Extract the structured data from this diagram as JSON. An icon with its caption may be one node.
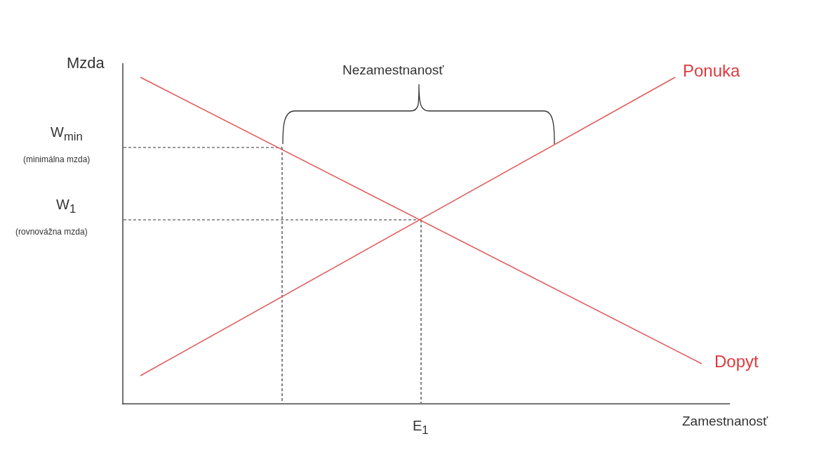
{
  "diagram": {
    "labels": [
      "Mzda",
      "Nezamestnanosť",
      "Ponuka",
      "W$_{min}$",
      "(minimálna mzda)",
      "W$_{1}$",
      "(rovnovážna mzda)",
      "Dopyt",
      "E$_{1}$",
      "Zamestnanosť"
    ]
  }
}
